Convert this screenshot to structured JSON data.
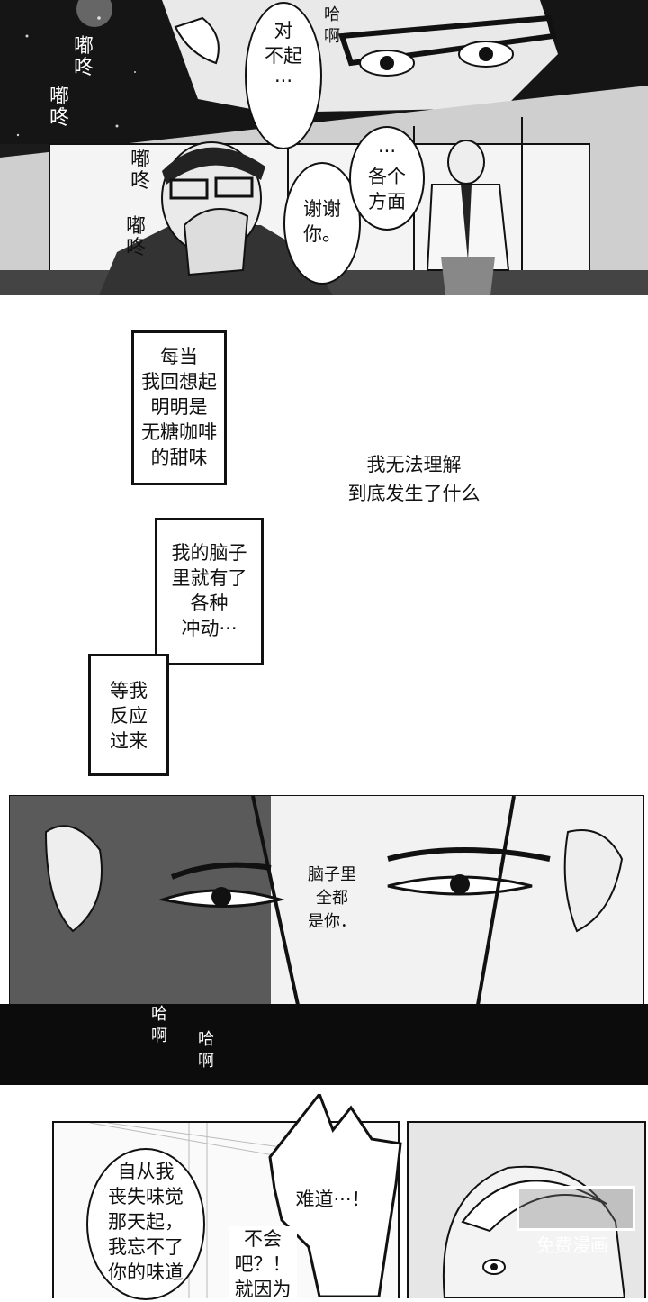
{
  "panel1": {
    "sfx_left_1": "嘟\n咚",
    "sfx_left_2": "嘟\n咚",
    "sfx_left_3": "嘟\n咚",
    "sfx_left_4": "嘟\n咚",
    "sfx_top_right": "哈\n啊",
    "bubble_sorry": "对\n不起\n···",
    "bubble_thanks": "谢谢\n你。",
    "bubble_various": "···\n各个\n方面"
  },
  "narration": {
    "box1": "每当\n我回想起\n明明是\n无糖咖啡\n的甜味",
    "free_text": "我无法理解\n到底发生了什么",
    "box2": "我的脑子\n里就有了\n各种\n冲动···",
    "box3": "等我\n反应\n过来"
  },
  "panel2": {
    "caption": "脑子里\n全都\n是你．"
  },
  "panel3": {
    "sfx_1": "哈\n啊",
    "sfx_2": "哈\n啊"
  },
  "panel4": {
    "bubble_since": "自从我\n丧失味觉\n那天起，\n我忘不了\n你的味道",
    "bubble_could_it": "难道···！",
    "bubble_no_way": "不会\n吧？！\n就因为",
    "watermark": "免费漫画"
  }
}
